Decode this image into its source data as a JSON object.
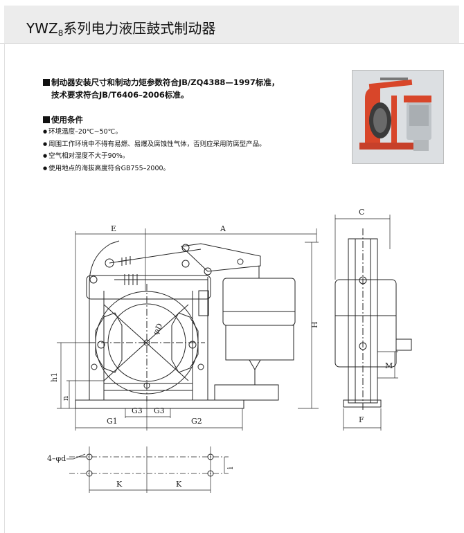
{
  "header": {
    "title_main": "YWZ",
    "title_sub": "8",
    "title_rest": "系列电力液压鼓式制动器"
  },
  "intro": {
    "line1": "制动器安装尺寸和制动力矩参数符合JB/ZQ4388—1997标准，",
    "line2": "技术要求符合JB/T6406–2006标准。"
  },
  "conditions": {
    "title": "使用条件",
    "items": [
      "环境温度–20℃~50℃。",
      "周围工作环境中不得有易燃、易爆及腐蚀性气体，否则应采用防腐型产品。",
      "空气相对湿度不大于90%。",
      "使用地点的海拔高度符合GB755–2000。"
    ]
  },
  "drawing": {
    "dim_labels": {
      "E": "E",
      "A": "A",
      "H": "H",
      "h1": "h1",
      "n": "n",
      "G1": "G1",
      "G3": "G3",
      "G2": "G2",
      "D": "φD",
      "C": "C",
      "M": "M",
      "F": "F",
      "holes": "4–φd",
      "i": "i",
      "K": "K"
    }
  },
  "colors": {
    "header_bg": "#ececec",
    "line": "#222222",
    "photo_red": "#d8462a"
  }
}
